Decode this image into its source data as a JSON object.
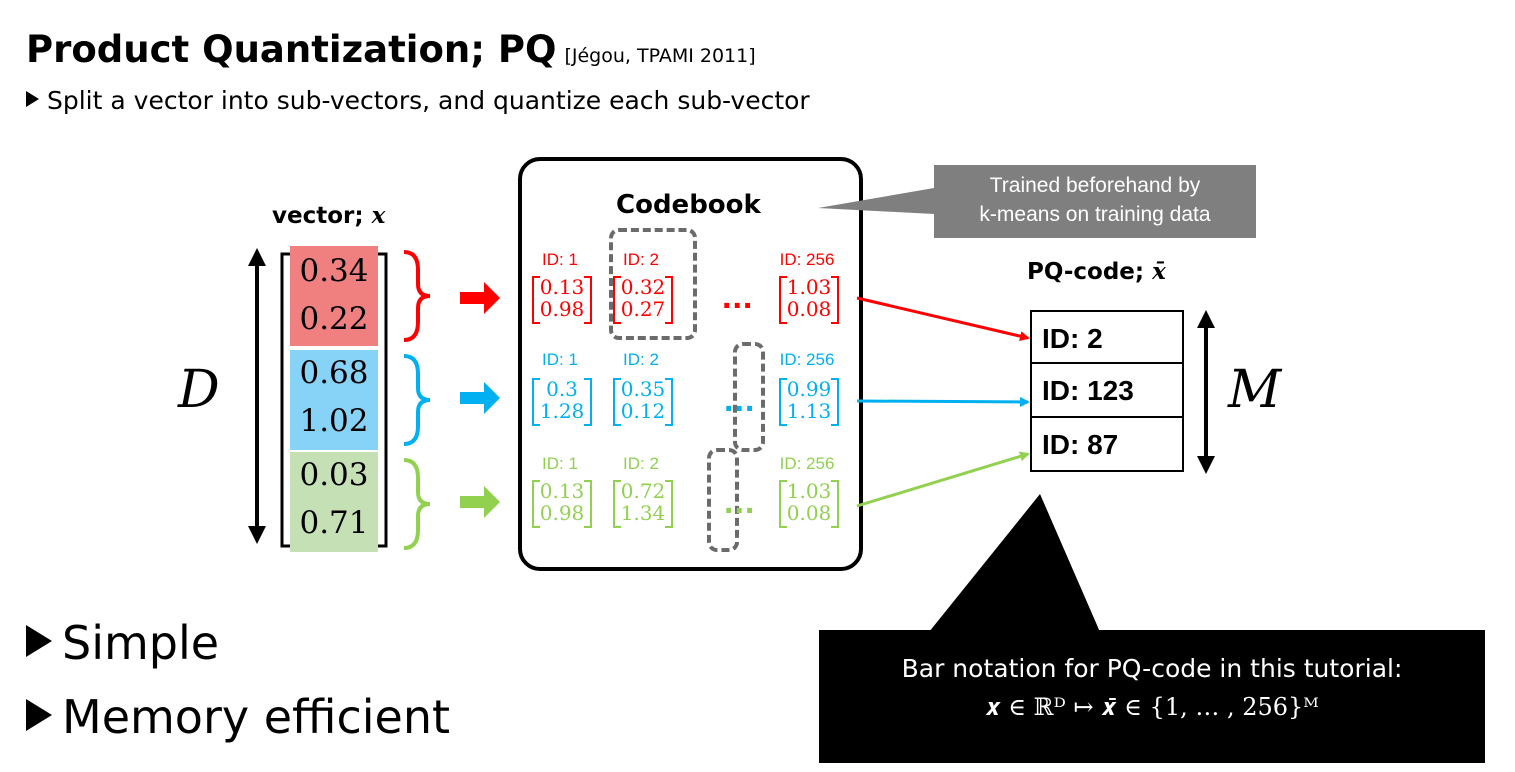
{
  "header": {
    "title": "Product Quantization; PQ",
    "citation": "[Jégou, TPAMI 2011]",
    "subtitle": "Split a vector into sub-vectors, and quantize each sub-vector"
  },
  "vector": {
    "label_text": "vector; ",
    "label_var": "x",
    "dim_label": "D",
    "segments": [
      {
        "values": [
          "0.34",
          "0.22"
        ],
        "color": "#f08080"
      },
      {
        "values": [
          "0.68",
          "1.02"
        ],
        "color": "#87d3f8"
      },
      {
        "values": [
          "0.03",
          "0.71"
        ],
        "color": "#b9dea0"
      }
    ]
  },
  "codebook": {
    "title": "Codebook",
    "callout": [
      "Trained beforehand by",
      "k-means on training data"
    ],
    "rows": [
      {
        "color": "#ff0000",
        "entries": [
          {
            "id": "ID: 1",
            "values": [
              "0.13",
              "0.98"
            ]
          },
          {
            "id": "ID: 2",
            "values": [
              "0.32",
              "0.27"
            ]
          },
          {
            "id": "ID: 256",
            "values": [
              "1.03",
              "0.08"
            ]
          }
        ],
        "dots": "..."
      },
      {
        "color": "#00b0f0",
        "entries": [
          {
            "id": "ID: 1",
            "values": [
              "0.3",
              "1.28"
            ]
          },
          {
            "id": "ID: 2",
            "values": [
              "0.35",
              "0.12"
            ]
          },
          {
            "id": "ID: 256",
            "values": [
              "0.99",
              "1.13"
            ]
          }
        ],
        "dots": "..."
      },
      {
        "color": "#92d050",
        "entries": [
          {
            "id": "ID: 1",
            "values": [
              "0.13",
              "0.98"
            ]
          },
          {
            "id": "ID: 2",
            "values": [
              "0.72",
              "1.34"
            ]
          },
          {
            "id": "ID: 256",
            "values": [
              "1.03",
              "0.08"
            ]
          }
        ],
        "dots": "..."
      }
    ]
  },
  "pq_code": {
    "label_text": "PQ-code; ",
    "label_var": "x̄",
    "dim_label": "M",
    "cells": [
      "ID: 2",
      "ID: 123",
      "ID: 87"
    ]
  },
  "bullets": [
    "Simple",
    "Memory efficient"
  ],
  "note": {
    "line1": "Bar notation for PQ-code in this tutorial:",
    "line2": "𝒙 ∈ ℝᴰ  ↦  𝒙̄ ∈ {1, … , 256}ᴹ"
  }
}
